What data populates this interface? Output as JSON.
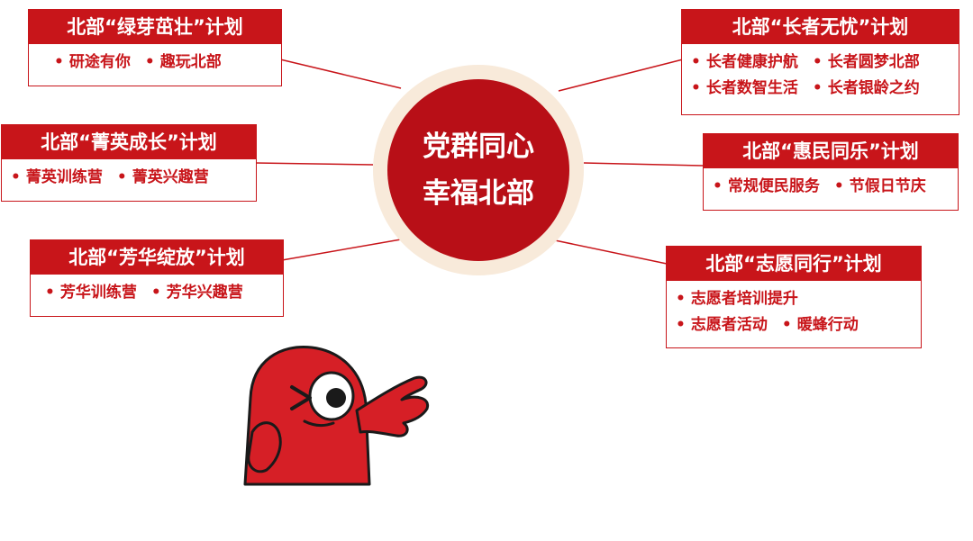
{
  "center": {
    "line1": "党群同心",
    "line2": "幸福北部"
  },
  "plans": {
    "lvya": {
      "title": "北部“绿芽茁壮”计划",
      "items": [
        [
          "研途有你",
          "趣玩北部"
        ]
      ]
    },
    "jingying": {
      "title": "北部“菁英成长”计划",
      "items": [
        [
          "菁英训练营",
          "菁英兴趣营"
        ]
      ]
    },
    "fanghua": {
      "title": "北部“芳华绽放”计划",
      "items": [
        [
          "芳华训练营",
          "芳华兴趣营"
        ]
      ]
    },
    "zhangzhe": {
      "title": "北部“长者无忧”计划",
      "items": [
        [
          "长者健康护航",
          "长者圆梦北部"
        ],
        [
          "长者数智生活",
          "长者银龄之约"
        ]
      ]
    },
    "huimin": {
      "title": "北部“惠民同乐”计划",
      "items": [
        [
          "常规便民服务",
          "节假日节庆"
        ]
      ]
    },
    "zhiyuan": {
      "title": "北部“志愿同行”计划",
      "items": [
        [
          "志愿者培训提升"
        ],
        [
          "志愿者活动",
          "暖蜂行动"
        ]
      ]
    }
  },
  "colors": {
    "brand_red": "#c8151a",
    "center_red": "#b80f17",
    "ring": "#f8eada"
  }
}
